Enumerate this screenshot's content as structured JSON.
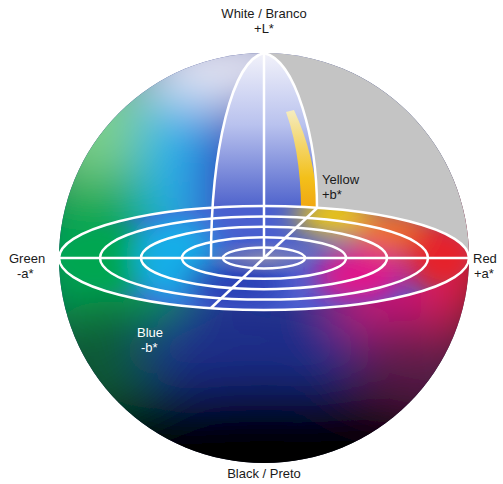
{
  "diagram": {
    "labels": [
      "White / Branco",
      "+L*",
      "Yellow",
      "+b*",
      "Green",
      "-a*",
      "Red",
      "+a*",
      "Blue",
      "-b*",
      "Black / Preto"
    ]
  }
}
